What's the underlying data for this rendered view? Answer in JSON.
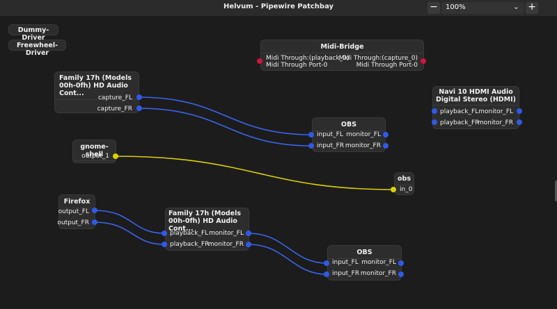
{
  "window": {
    "title": "Helvum - Pipewire Patchbay"
  },
  "zoom": {
    "minus": "−",
    "value": "100%",
    "chevron": "⌄",
    "plus": "+"
  },
  "nodes": {
    "dummy": {
      "title": "Dummy-Driver"
    },
    "freewheel": {
      "title": "Freewheel-Driver"
    },
    "midi": {
      "title": "Midi-Bridge",
      "in1": "Midi Through:(playback_0)",
      "in2": "Midi Through Port-0",
      "out1": "Midi Through:(capture_0)",
      "out2": "Midi Through Port-0"
    },
    "family_capture": {
      "title": "Family 17h (Models 00h-0fh) HD Audio Cont...",
      "out1": "capture_FL",
      "out2": "capture_FR"
    },
    "navi": {
      "title": "Navi 10 HDMI Audio Digital Stereo (HDMI)",
      "in1": "playback_FL",
      "in2": "playback_FR",
      "out1": "monitor_FL",
      "out2": "monitor_FR"
    },
    "obs1": {
      "title": "OBS",
      "in1": "input_FL",
      "in2": "input_FR",
      "out1": "monitor_FL",
      "out2": "monitor_FR"
    },
    "gnome": {
      "title": "gnome-shell",
      "out1": "output_1"
    },
    "obs_small": {
      "title": "obs",
      "in1": "in_0"
    },
    "firefox": {
      "title": "Firefox",
      "out1": "output_FL",
      "out2": "output_FR"
    },
    "family_playback": {
      "title": "Family 17h (Models 00h-0fh) HD Audio Cont...",
      "in1": "playback_FL",
      "in2": "playback_FR",
      "out1": "monitor_FL",
      "out2": "monitor_FR"
    },
    "obs2": {
      "title": "OBS",
      "in1": "input_FL",
      "in2": "input_FR",
      "out1": "monitor_FL",
      "out2": "monitor_FR"
    }
  },
  "colors": {
    "audio_port": "#2f5ae8",
    "video_port": "#d9d200",
    "midi_port": "#d0143c",
    "audio_link": "#3a66f0",
    "video_link": "#d9d200"
  }
}
